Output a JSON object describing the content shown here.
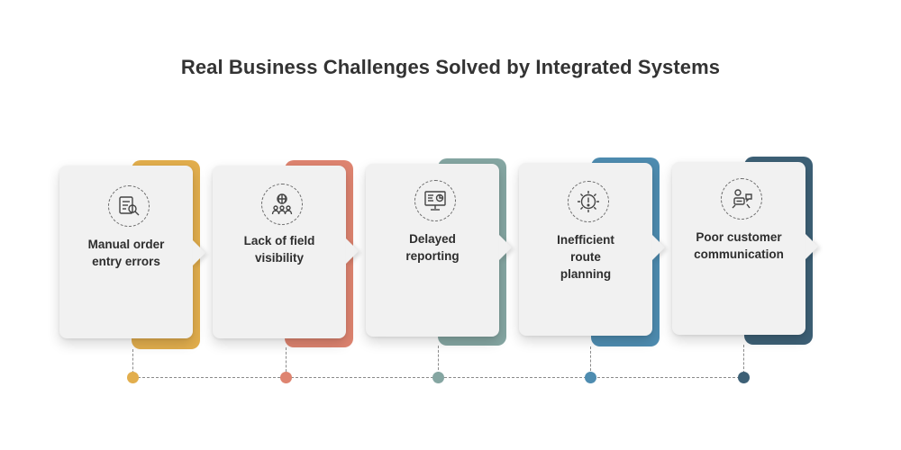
{
  "title": "Real Business Challenges Solved by Integrated Systems",
  "steps": [
    {
      "label_line1": "Manual order",
      "label_line2": "entry errors",
      "label_line3": "",
      "icon": "document-search-icon",
      "color": "#E2AE4D"
    },
    {
      "label_line1": "Lack of field",
      "label_line2": "visibility",
      "label_line3": "",
      "icon": "team-globe-icon",
      "color": "#DE8470"
    },
    {
      "label_line1": "Delayed",
      "label_line2": "reporting",
      "label_line3": "",
      "icon": "presentation-chart-icon",
      "color": "#85A6A2"
    },
    {
      "label_line1": "Inefficient",
      "label_line2": "route",
      "label_line3": "planning",
      "icon": "gear-alert-icon",
      "color": "#4E8CB0"
    },
    {
      "label_line1": "Poor customer",
      "label_line2": "communication",
      "label_line3": "",
      "icon": "chat-support-icon",
      "color": "#3D6076"
    }
  ]
}
